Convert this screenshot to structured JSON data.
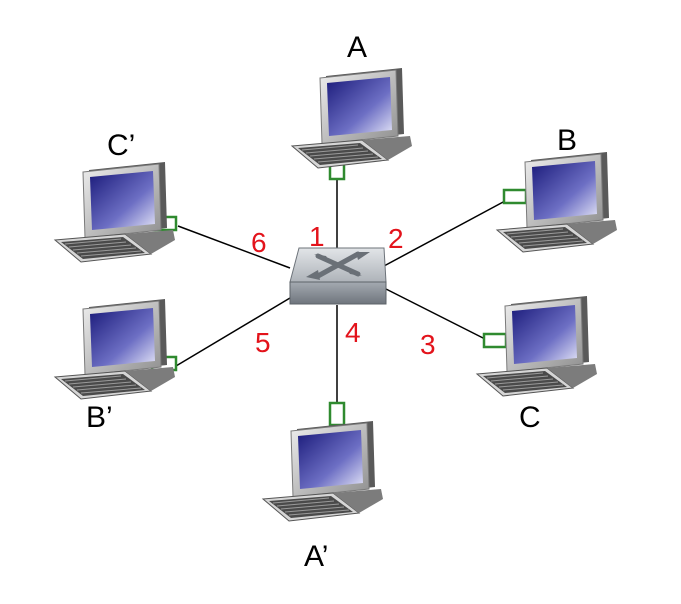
{
  "colors": {
    "link": "#000000",
    "port_label": "#e3131b",
    "host_label": "#000000",
    "adapter_fill": "#ffffff",
    "adapter_stroke": "#2f8a2f",
    "screen_dark": "#1a1a7a",
    "screen_light": "#cfd0f0",
    "monitor_body": "#c8c8c8",
    "switch_top": "#c9cdd2",
    "switch_front": "#8a9098"
  },
  "switch": {
    "icon": "switch-icon"
  },
  "hosts": [
    {
      "id": "A",
      "label": "A",
      "icon": "computer-icon"
    },
    {
      "id": "B",
      "label": "B",
      "icon": "computer-icon"
    },
    {
      "id": "C",
      "label": "C",
      "icon": "computer-icon"
    },
    {
      "id": "A-prime",
      "label": "A’",
      "icon": "computer-icon"
    },
    {
      "id": "B-prime",
      "label": "B’",
      "icon": "computer-icon"
    },
    {
      "id": "C-prime",
      "label": "C’",
      "icon": "computer-icon"
    }
  ],
  "ports": [
    {
      "label": "1"
    },
    {
      "label": "2"
    },
    {
      "label": "3"
    },
    {
      "label": "4"
    },
    {
      "label": "5"
    },
    {
      "label": "6"
    }
  ]
}
